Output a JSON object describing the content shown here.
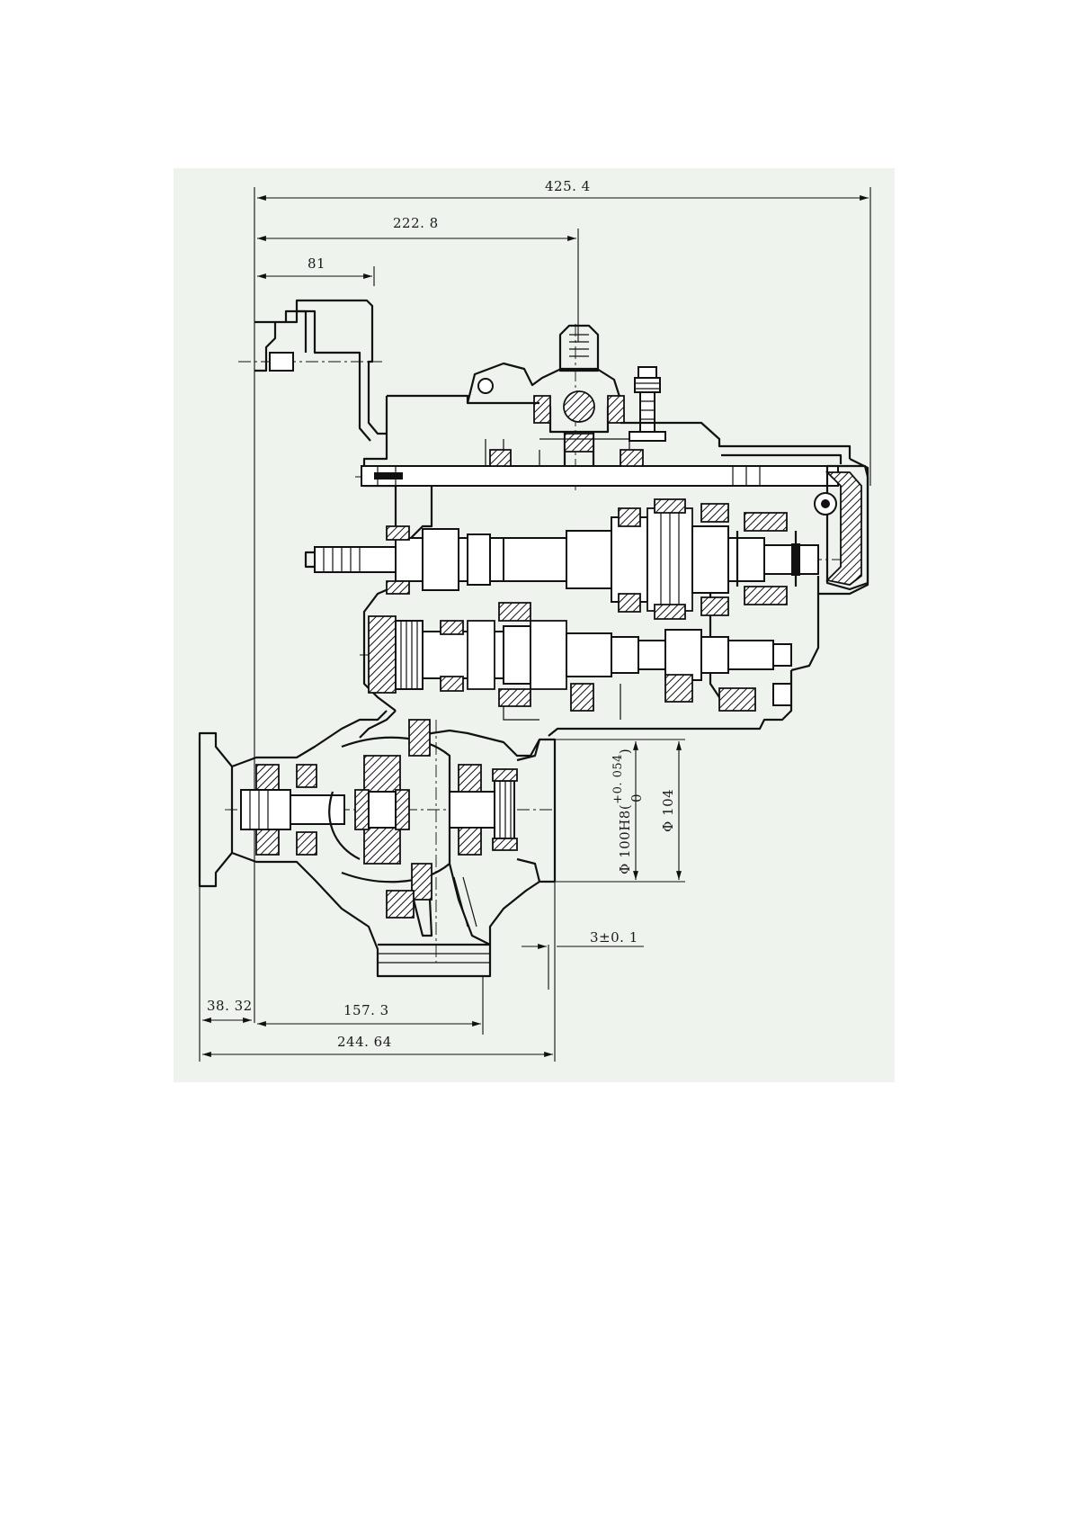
{
  "dimensions": {
    "overall_length": "425. 4",
    "to_shift_shaft": "222. 8",
    "bracket_width": "81",
    "diff_bore_fit": "Φ 100H8(",
    "diff_bore_tol_upper": "+0. 054",
    "diff_bore_tol_lower": "0",
    "diff_bore_close": ")",
    "flange_dia": "Φ 104",
    "face_offset": "3±0. 1",
    "left_offset": "38. 32",
    "axle_center": "157. 3",
    "base_length": "244. 64"
  }
}
